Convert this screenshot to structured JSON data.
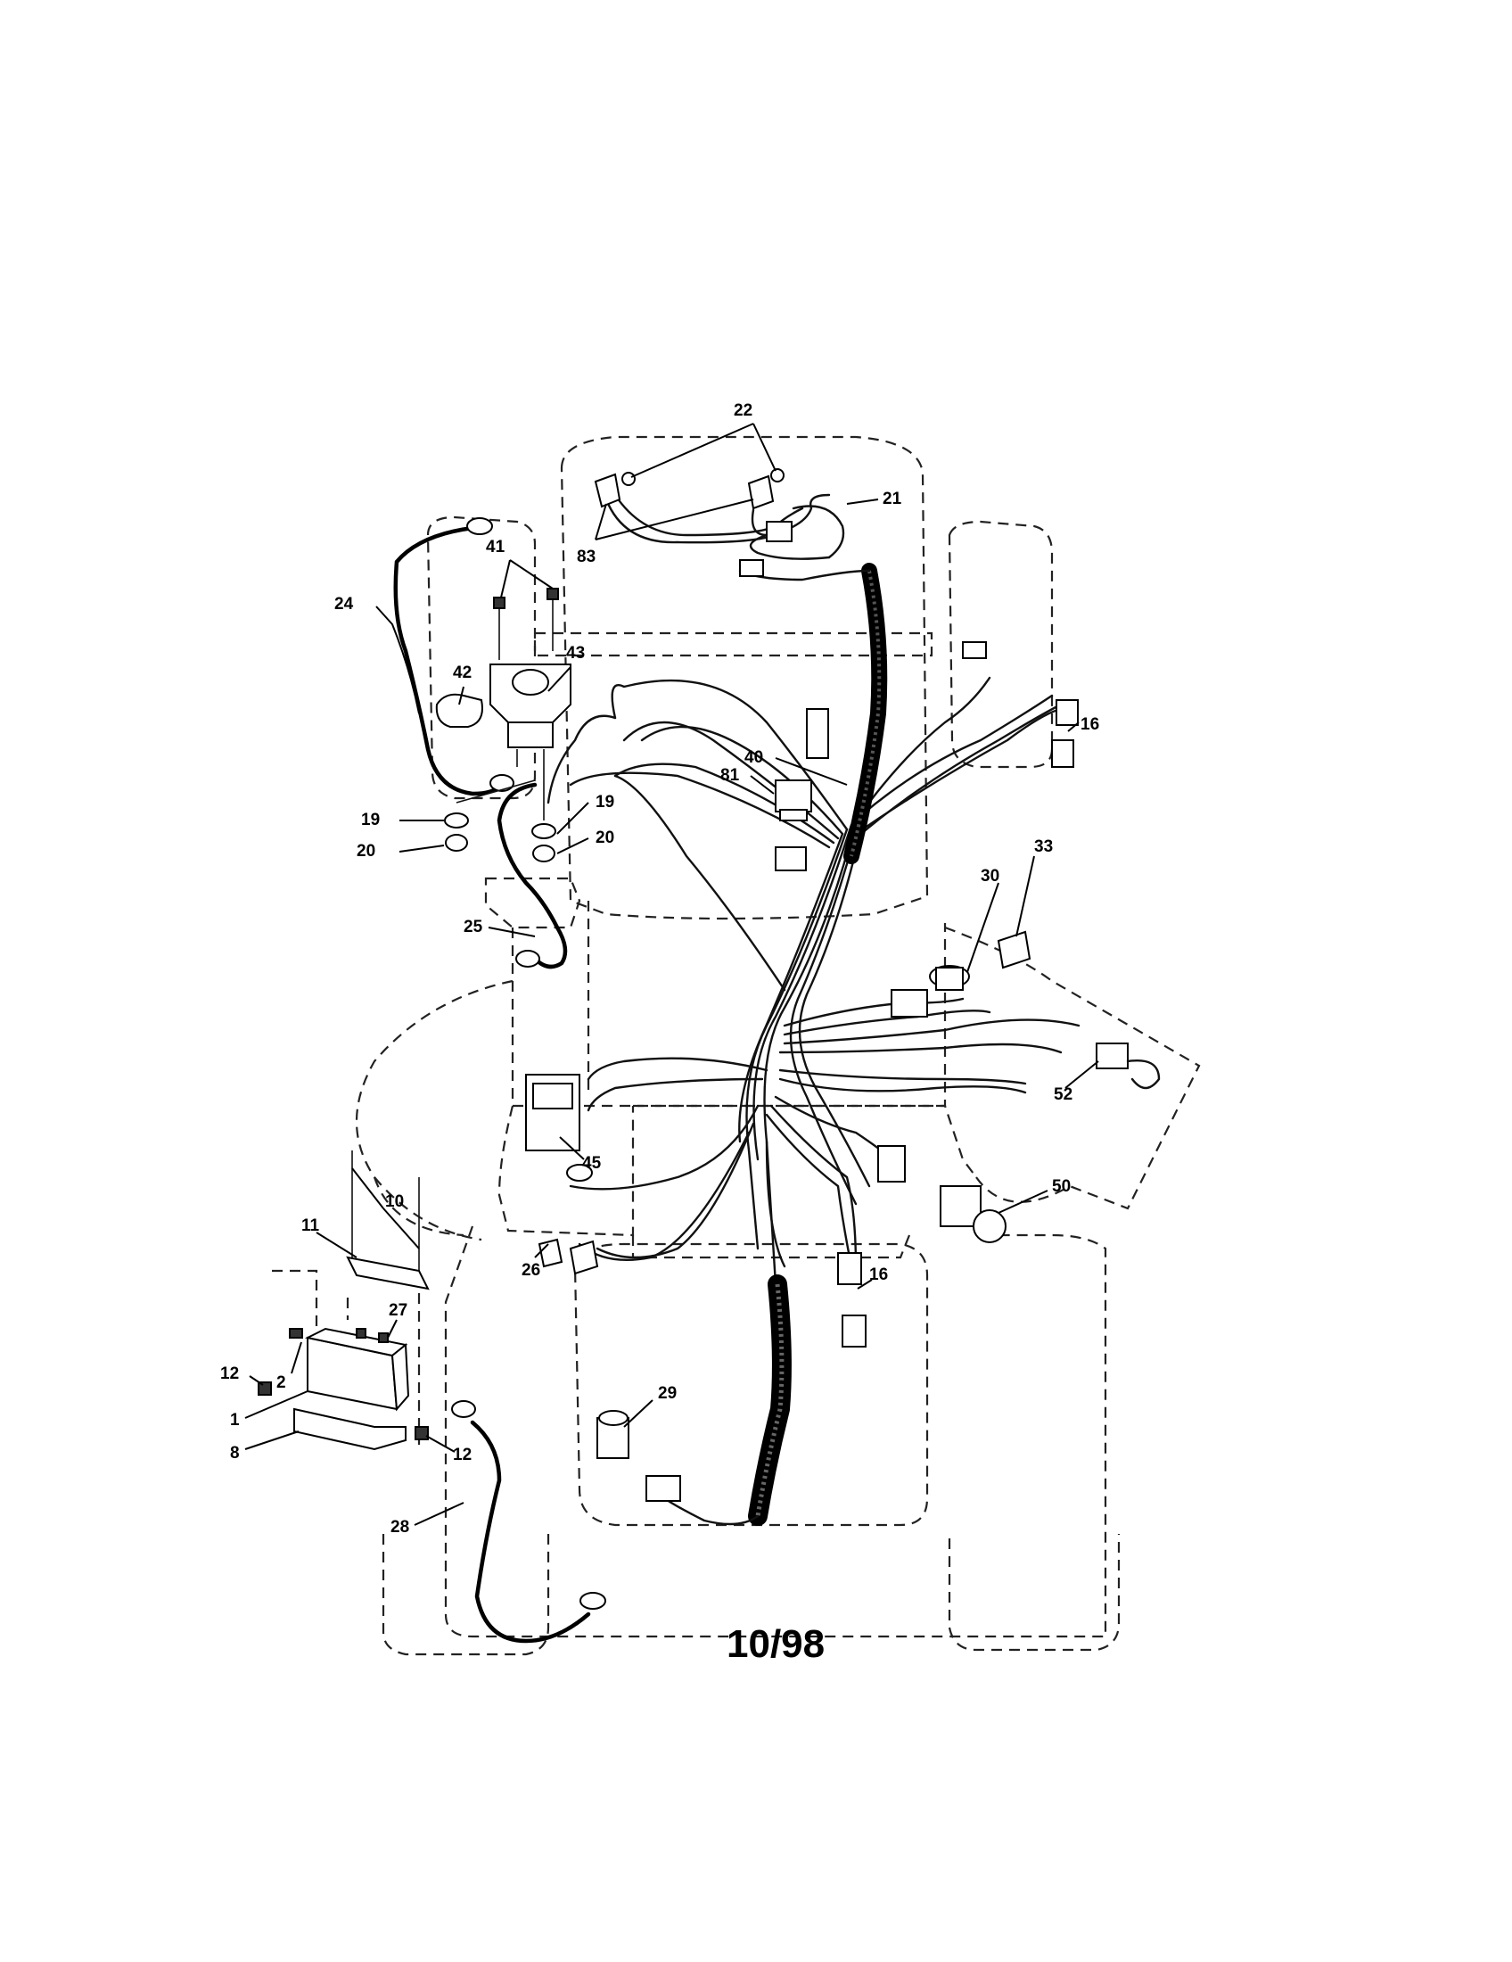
{
  "revision_date": "10/98",
  "callouts": {
    "c1": "1",
    "c2": "2",
    "c8": "8",
    "c10": "10",
    "c11": "11",
    "c12a": "12",
    "c12b": "12",
    "c16a": "16",
    "c16b": "16",
    "c19a": "19",
    "c19b": "19",
    "c20a": "20",
    "c20b": "20",
    "c21": "21",
    "c22": "22",
    "c24": "24",
    "c25": "25",
    "c26": "26",
    "c27": "27",
    "c28": "28",
    "c29": "29",
    "c30": "30",
    "c33": "33",
    "c40": "40",
    "c41": "41",
    "c42": "42",
    "c43": "43",
    "c45": "45",
    "c50": "50",
    "c52": "52",
    "c81": "81",
    "c83": "83"
  }
}
